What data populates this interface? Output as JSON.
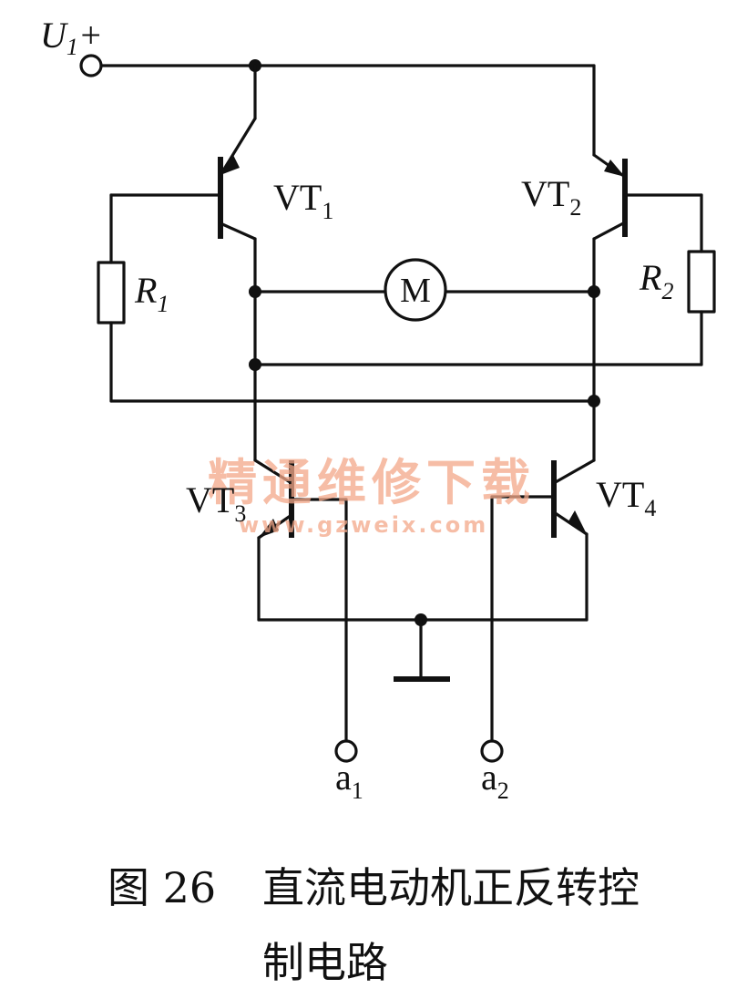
{
  "labels": {
    "supply": "U",
    "supply_sub": "1",
    "supply_sign": "+",
    "vt1": "VT",
    "vt1_sub": "1",
    "vt2": "VT",
    "vt2_sub": "2",
    "vt3": "VT",
    "vt3_sub": "3",
    "vt4": "VT",
    "vt4_sub": "4",
    "r1": "R",
    "r1_sub": "1",
    "r2": "R",
    "r2_sub": "2",
    "motor": "M",
    "a1": "a",
    "a1_sub": "1",
    "a2": "a",
    "a2_sub": "2"
  },
  "watermark": {
    "line1": "精通维修下载",
    "line2": "www.gzweix.com"
  },
  "caption": {
    "figure": "图 26",
    "title_line1": "直流电动机正反转控",
    "title_line2": "制电路"
  }
}
